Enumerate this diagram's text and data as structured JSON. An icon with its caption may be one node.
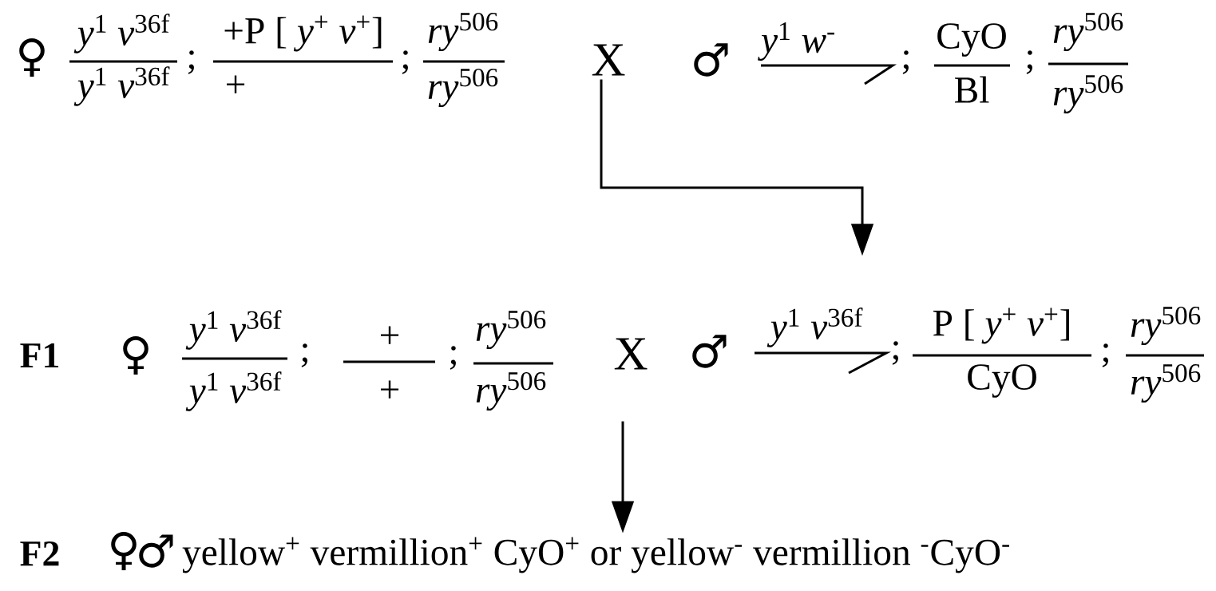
{
  "diagram": {
    "nodes": [
      {
        "text": [
          "X"
        ]
      },
      {
        "text": [
          "*y*$^{1}$ *v*$^{36f}$"
        ]
      },
      {
        "text": [
          "X"
        ]
      },
      {
        "text": [
          "yellow$^{+}$ vermillion$^{+}$ CyO$^{+}$ or yellow$^{-}$ vermillion $^{-}$CyO$^{-}$"
        ]
      }
    ],
    "edges": [
      {
        "from": 0,
        "to": 1,
        "arrow": "to"
      },
      {
        "from": 2,
        "to": 3,
        "arrow": "to"
      }
    ],
    "labels": [
      "♀",
      "*y*$^{1}$ *v*$^{36f}$",
      "*y*$^{1}$ *v*$^{36f}$",
      ";",
      "+P [ *y*$^{+}$ *v*$^{+}$]",
      "+",
      ";",
      "*ry*$^{506}$",
      "*ry*$^{506}$",
      "♂",
      "*y*$^{1}$ *w*$^{-}$",
      ";",
      "CyO",
      "Bl",
      ";",
      "*ry*$^{506}$",
      "*ry*$^{506}$",
      "F1",
      "♀",
      "*y*$^{1}$ *v*$^{36f}$",
      "*y*$^{1}$ *v*$^{36f}$",
      ";",
      "+",
      "+",
      ";",
      "*ry*$^{506}$",
      "*ry*$^{506}$",
      "♂",
      ";",
      "P [ *y*$^{+}$ *v*$^{+}$]",
      "CyO",
      ";",
      "*ry*$^{506}$",
      "*ry*$^{506}$",
      "F2",
      "♀",
      "♂"
    ]
  }
}
